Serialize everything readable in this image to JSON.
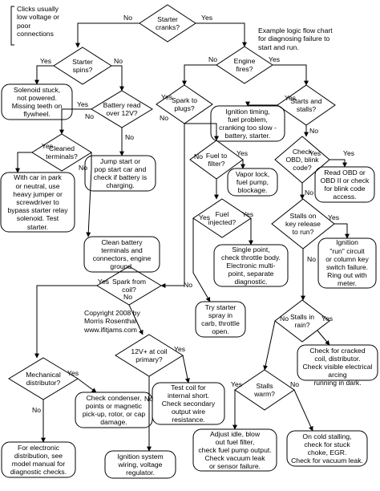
{
  "note_top_left": "Clicks usually\nlow voltage or\npoor\nconnections",
  "title_note": "Example logic flow chart\nfor diagnosing failure to\nstart and run.",
  "copyright": "Copyright 2008 by\nMorris Rosenthal\nwww.ifitjams.com",
  "decisions": {
    "starter_cranks": "Starter\ncranks?",
    "starter_spins": "Starter\nspins?",
    "engine_fires": "Engine\nfires?",
    "battery_read": "Battery read\nover 12V?",
    "spark_to_plugs": "Spark to\nplugs?",
    "starts_stalls": "Starts and\nstalls?",
    "cleaned_terminals": "Cleaned\nterminals?",
    "fuel_to_filter": "Fuel to\nfilter?",
    "check_obd": "Check\nOBD, blink\ncode?",
    "fuel_injected": "Fuel\ninjected?",
    "stalls_key": "Stalls on\nkey release\nto run?",
    "spark_from_coil": "Spark from\ncoil?",
    "stalls_rain": "Stalls in\nrain?",
    "v12_coil": "12V+ at coil\nprimary?",
    "mechanical_distributor": "Mechanical\ndistributor?",
    "stalls_warm": "Stalls\nwarm?"
  },
  "outcomes": {
    "solenoid": "Solenoid stuck,\nnot powered.\nMissing teeth on\nflywheel.",
    "ignition_timing": "Ignition timing,\nfuel problem,\ncranking too slow -\nbattery, starter.",
    "jump_start": "Jump start or\npop start car and\ncheck if battery is\ncharging.",
    "bypass_relay": "With car in park\nor neutral, use\nheavy jumper or\nscrewdriver to\nbypass starter relay\nsolenoid. Test\nstarter.",
    "vapor_lock": "Vapor lock,\nfuel pump,\nblockage.",
    "read_obd": "Read OBD or\nOBD II or check\nfor blink code\naccess.",
    "single_point": "Single point,\ncheck throttle body.\nElectronic multi-\npoint, separate\ndiagnostic.",
    "clean_battery": "Clean battery\nterminals and\nconnectors, engine\nground.",
    "ignition_run": "Ignition\n\"run\" circuit\nor column key\nswitch failure.\nRing out with\nmeter.",
    "starter_spray": "Try starter\nspray in\ncarb, throttle\nopen.",
    "cracked_coil": "Check for cracked\ncoil, distributor.\nCheck visible electrical arcing\nrunning in dark.",
    "test_coil": "Test coil for\ninternal short.\nCheck secondary\noutput wire\nresistance.",
    "condenser": "Check condenser,\npoints or magnetic\npick-up, rotor, or cap\ndamage.",
    "adjust_idle": "Adjust idle, blow\nout fuel filter,\ncheck fuel pump output.\nCheck vacuum leak\nor sensor failure.",
    "cold_stalling": "On cold stalling,\ncheck for stuck\nchoke, EGR.\nCheck for vacuum leak.",
    "electronic_dist": "For electronic\ndistribution, see\nmodel manual for\ndiagnostic checks.",
    "ignition_wiring": "Ignition system\nwiring, voltage\nregulator."
  },
  "labels": {
    "yes": "Yes",
    "no": "No"
  }
}
